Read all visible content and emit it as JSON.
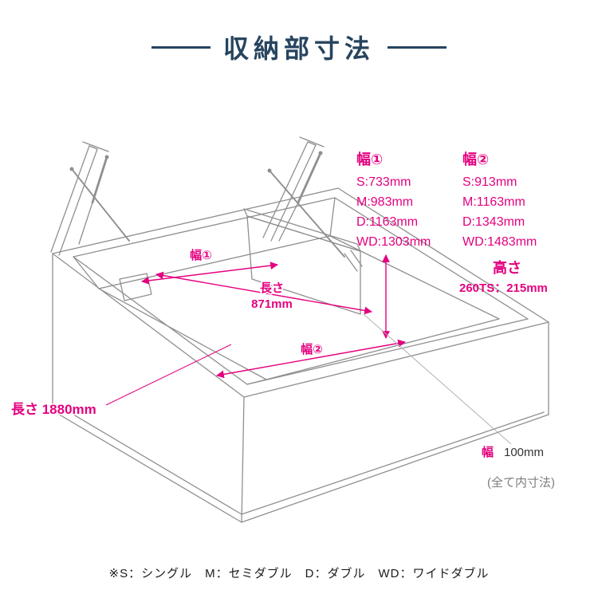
{
  "title": "収納部寸法",
  "legend": {
    "width1": {
      "title": "幅①",
      "rows": [
        "S:733mm",
        "M:983mm",
        "D:1163mm",
        "WD:1303mm"
      ]
    },
    "width2": {
      "title": "幅②",
      "rows": [
        "S:913mm",
        "M:1163mm",
        "D:1343mm",
        "WD:1483mm"
      ]
    },
    "height": {
      "title": "高さ",
      "value": "260TS：215mm"
    }
  },
  "diagram_labels": {
    "width1": "幅①",
    "length_inner_label": "長さ",
    "length_inner_value": "871mm",
    "width2": "幅②",
    "length_total": "長さ 1880mm",
    "depth_width_label": "幅",
    "depth_width_value": "100mm",
    "note": "(全て内寸法)"
  },
  "footnote": "※S：シングル　M：セミダブル　D：ダブル　WD：ワイドダブル",
  "colors": {
    "accent_pink": "#e4007f",
    "title_navy": "#27445f",
    "drawing_gray": "#8f8f8f",
    "text_dark": "#333333"
  }
}
